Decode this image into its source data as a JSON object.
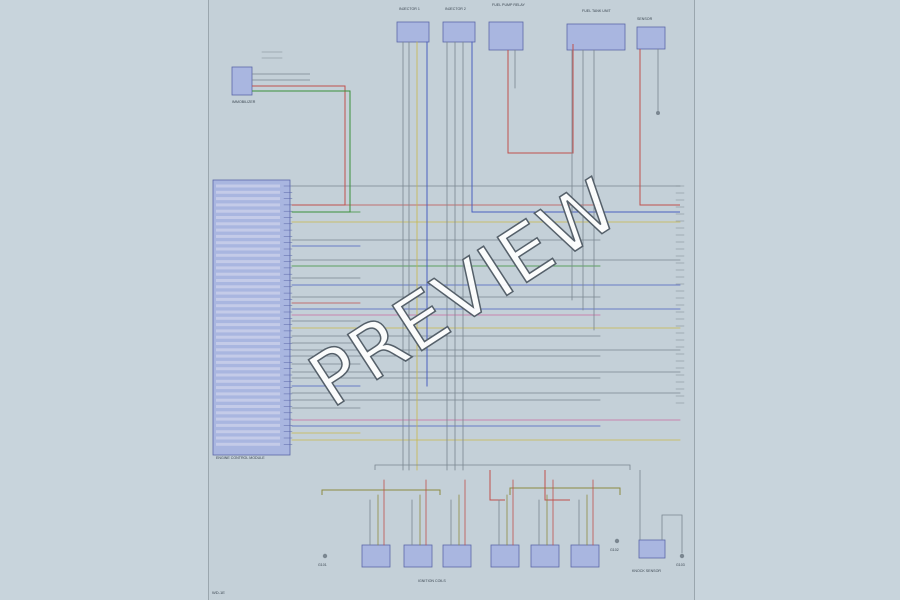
{
  "watermark": "PREVIEW",
  "page_code": "WD-1E",
  "colors": {
    "background": "#c8d4dc",
    "sheet": "#c4d0d8",
    "wire_red": "#c0504d",
    "wire_green": "#3a8f3a",
    "wire_blue": "#4a5fc0",
    "wire_yellow": "#c9b84a",
    "wire_grey": "#7a8690",
    "wire_pink": "#c86aa0",
    "wire_brown": "#8a6a3a",
    "wire_olive": "#8c8a40"
  },
  "top_components": [
    "INJECTOR 1",
    "INJECTOR 2",
    "FUEL PUMP RELAY",
    "FUEL TANK UNIT",
    "SENSOR"
  ],
  "left_module": "ENGINE CONTROL MODULE",
  "left_connector": "IMMOBILIZER",
  "bottom_group": "IGNITION COILS",
  "bottom_right": "KNOCK SENSOR",
  "ground_labels": [
    "G101",
    "G102",
    "G103",
    "G104"
  ]
}
